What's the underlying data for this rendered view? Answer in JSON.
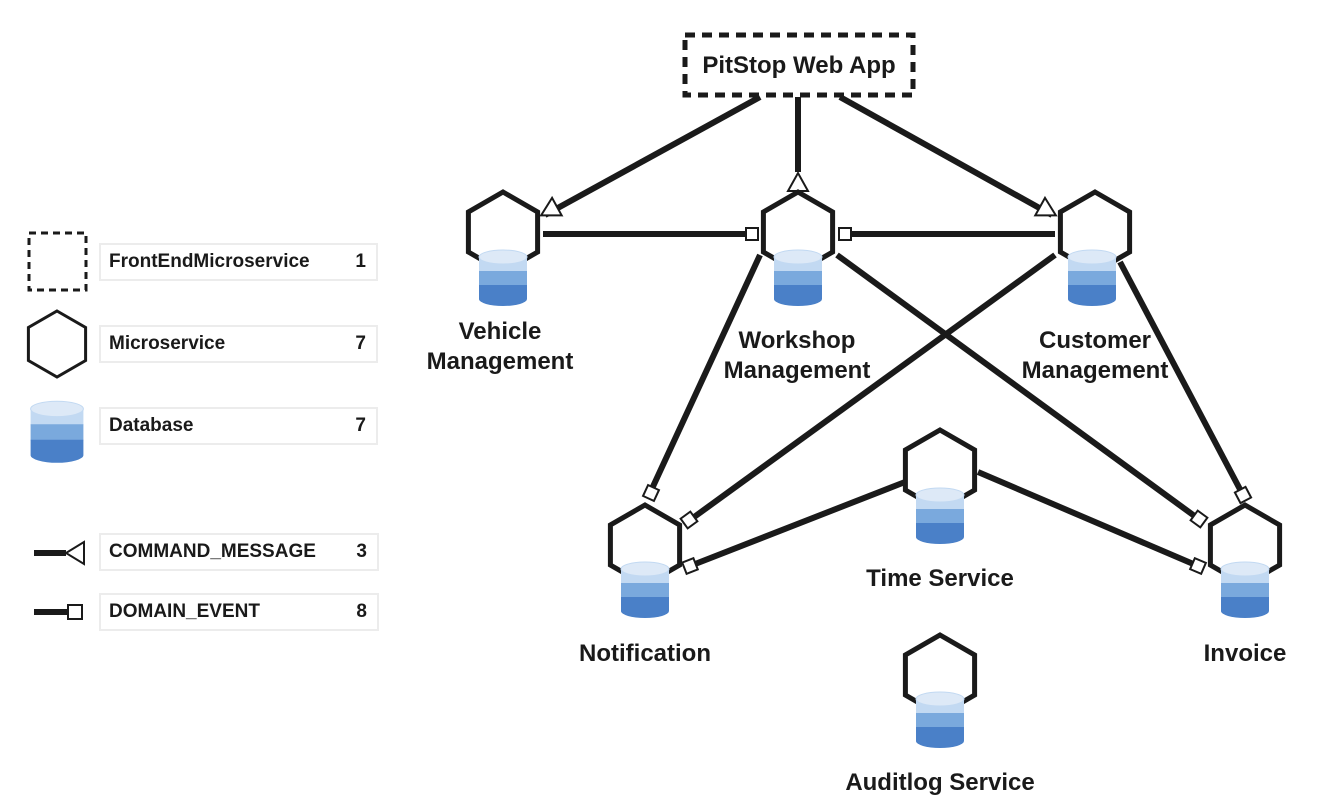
{
  "frontend": {
    "label": "PitStop Web App"
  },
  "nodes": [
    {
      "id": "vehicle",
      "label_lines": [
        "Vehicle",
        "Management"
      ]
    },
    {
      "id": "workshop",
      "label_lines": [
        "Workshop",
        "Management"
      ]
    },
    {
      "id": "customer",
      "label_lines": [
        "Customer",
        "Management"
      ]
    },
    {
      "id": "notification",
      "label_lines": [
        "Notification"
      ]
    },
    {
      "id": "time",
      "label_lines": [
        "Time Service"
      ]
    },
    {
      "id": "invoice",
      "label_lines": [
        "Invoice"
      ]
    },
    {
      "id": "auditlog",
      "label_lines": [
        "Auditlog Service"
      ]
    }
  ],
  "edges": [
    {
      "from": "frontend",
      "to": "vehicle",
      "type": "COMMAND_MESSAGE"
    },
    {
      "from": "frontend",
      "to": "workshop",
      "type": "COMMAND_MESSAGE"
    },
    {
      "from": "frontend",
      "to": "customer",
      "type": "COMMAND_MESSAGE"
    },
    {
      "from": "vehicle",
      "to": "workshop",
      "type": "DOMAIN_EVENT"
    },
    {
      "from": "customer",
      "to": "workshop",
      "type": "DOMAIN_EVENT"
    },
    {
      "from": "workshop",
      "to": "notification",
      "type": "DOMAIN_EVENT"
    },
    {
      "from": "workshop",
      "to": "invoice",
      "type": "DOMAIN_EVENT"
    },
    {
      "from": "customer",
      "to": "notification",
      "type": "DOMAIN_EVENT"
    },
    {
      "from": "customer",
      "to": "invoice",
      "type": "DOMAIN_EVENT"
    },
    {
      "from": "time",
      "to": "notification",
      "type": "DOMAIN_EVENT"
    },
    {
      "from": "time",
      "to": "invoice",
      "type": "DOMAIN_EVENT"
    }
  ],
  "legend": [
    {
      "label": "FrontEndMicroservice",
      "count": "1",
      "icon": "dashed-square-icon"
    },
    {
      "label": "Microservice",
      "count": "7",
      "icon": "hexagon-icon"
    },
    {
      "label": "Database",
      "count": "7",
      "icon": "database-icon"
    },
    {
      "label": "COMMAND_MESSAGE",
      "count": "3",
      "icon": "triangle-arrow-icon"
    },
    {
      "label": "DOMAIN_EVENT",
      "count": "8",
      "icon": "square-marker-icon"
    }
  ],
  "colors": {
    "stroke": "#1a1a1a",
    "db_top": "#c2d9f2",
    "db_mid": "#7aa9dd",
    "db_low": "#4a80c8"
  }
}
